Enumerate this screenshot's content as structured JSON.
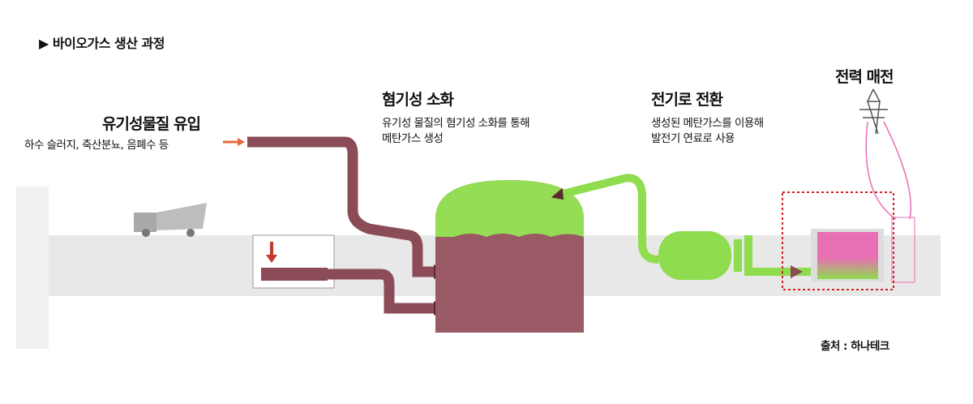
{
  "title": "▶ 바이오가스 생산 과정",
  "steps": [
    {
      "heading": "유기성물질 유입",
      "desc": [
        "하수 슬러지, 축산분뇨, 음폐수 등"
      ]
    },
    {
      "heading": "혐기성 소화",
      "desc": [
        "유기성 물질의 혐기성 소화를 통해",
        "메탄가스 생성"
      ]
    },
    {
      "heading": "전기로 전환",
      "desc": [
        "생성된 메탄가스를 이용해",
        "발전기 연료로 사용"
      ]
    },
    {
      "heading": "전력 매전",
      "desc": []
    }
  ],
  "source": "출처 : 하나테크",
  "colors": {
    "sludge": "#8b4c57",
    "gas": "#8fdc4e",
    "power": "#e86fb4",
    "ground": "#e6e6e6",
    "highlight": "#d62020"
  }
}
